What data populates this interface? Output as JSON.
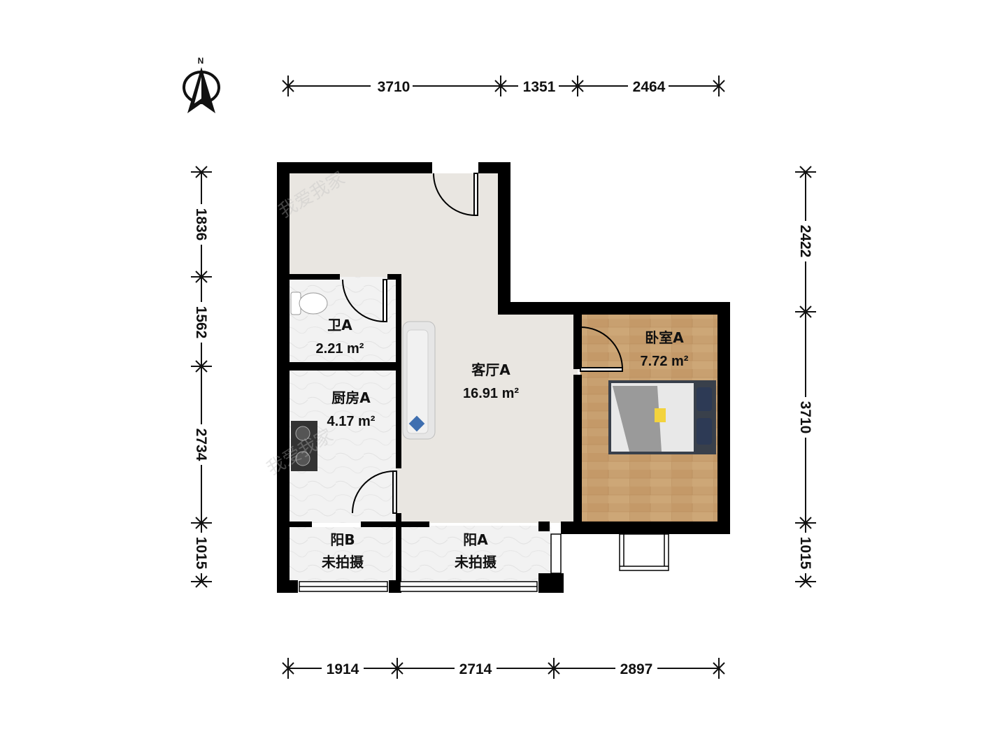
{
  "compass": {
    "label": "N",
    "icon": "north-arrow-icon"
  },
  "dimensions": {
    "top": [
      "3710",
      "1351",
      "2464"
    ],
    "bottom": [
      "1914",
      "2714",
      "2897"
    ],
    "left": [
      "1836",
      "1562",
      "2734",
      "1015"
    ],
    "right": [
      "2422",
      "3710",
      "1015"
    ]
  },
  "rooms": {
    "living": {
      "name": "客厅A",
      "area": "16.91 m²"
    },
    "bath": {
      "name": "卫A",
      "area": "2.21 m²"
    },
    "kitchen": {
      "name": "厨房A",
      "area": "4.17 m²"
    },
    "bedroom": {
      "name": "卧室A",
      "area": "7.72 m²"
    },
    "balcony_a": {
      "name": "阳A",
      "note": "未拍摄"
    },
    "balcony_b": {
      "name": "阳B",
      "note": "未拍摄"
    }
  },
  "watermark": "我爱我家",
  "colors": {
    "wall": "#000000",
    "floor_tile": "#e9e6e1",
    "floor_marble": "#f1f1f1",
    "floor_wood": "#c69c6d",
    "dimension_line": "#111111"
  }
}
